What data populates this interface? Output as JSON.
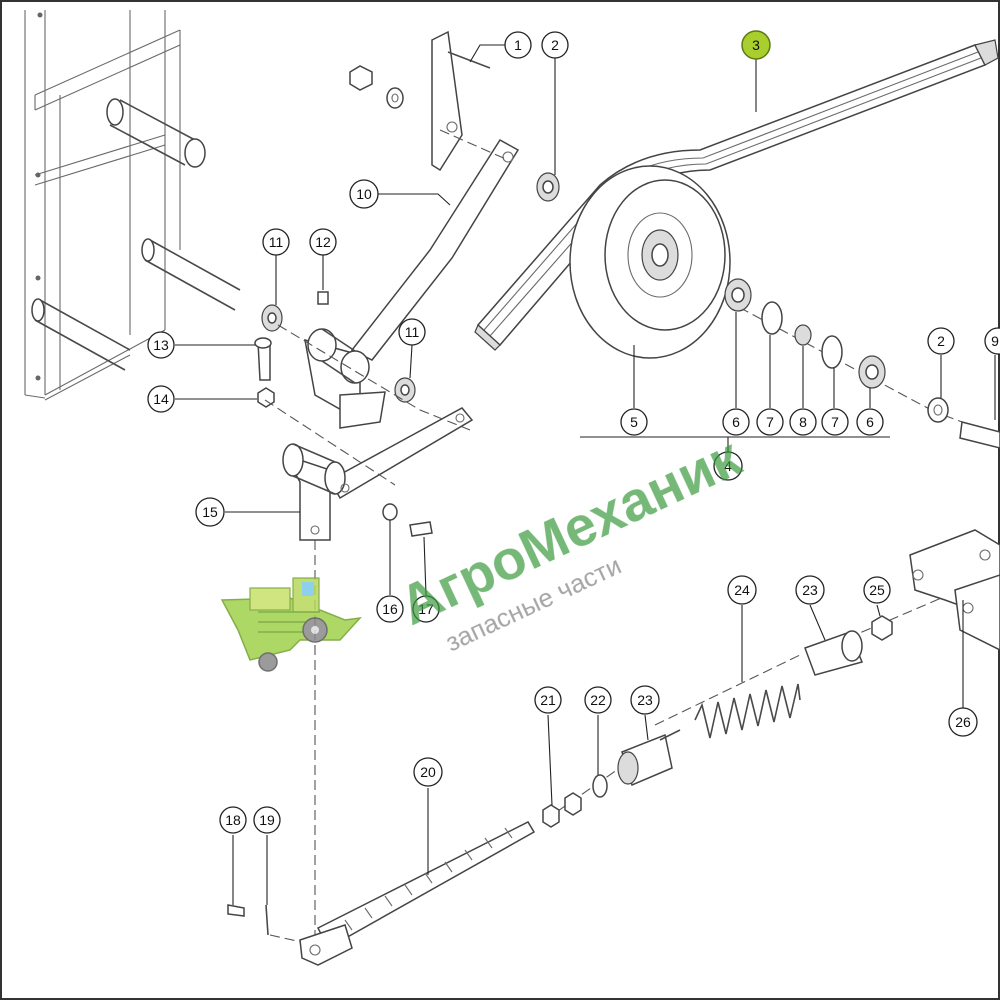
{
  "diagram": {
    "callouts": [
      {
        "id": "c1",
        "label": "1"
      },
      {
        "id": "c2a",
        "label": "2"
      },
      {
        "id": "c3",
        "label": "3",
        "highlight": true
      },
      {
        "id": "c10",
        "label": "10"
      },
      {
        "id": "c11a",
        "label": "11"
      },
      {
        "id": "c12",
        "label": "12"
      },
      {
        "id": "c13",
        "label": "13"
      },
      {
        "id": "c14",
        "label": "14"
      },
      {
        "id": "c11b",
        "label": "11"
      },
      {
        "id": "c15",
        "label": "15"
      },
      {
        "id": "c16",
        "label": "16"
      },
      {
        "id": "c17",
        "label": "17"
      },
      {
        "id": "c5",
        "label": "5"
      },
      {
        "id": "c6a",
        "label": "6"
      },
      {
        "id": "c7a",
        "label": "7"
      },
      {
        "id": "c8",
        "label": "8"
      },
      {
        "id": "c7b",
        "label": "7"
      },
      {
        "id": "c6b",
        "label": "6"
      },
      {
        "id": "c4",
        "label": "4"
      },
      {
        "id": "c2b",
        "label": "2"
      },
      {
        "id": "c9",
        "label": "9"
      },
      {
        "id": "c24",
        "label": "24"
      },
      {
        "id": "c23a",
        "label": "23"
      },
      {
        "id": "c25",
        "label": "25"
      },
      {
        "id": "c26",
        "label": "26"
      },
      {
        "id": "c21",
        "label": "21"
      },
      {
        "id": "c22",
        "label": "22"
      },
      {
        "id": "c23b",
        "label": "23"
      },
      {
        "id": "c20",
        "label": "20"
      },
      {
        "id": "c18",
        "label": "18"
      },
      {
        "id": "c19",
        "label": "19"
      }
    ],
    "highlight_color": "#a8cf2e",
    "line_color": "#4a4a4a"
  },
  "watermark": {
    "brand": "АгроМеханик",
    "tagline": "запасные части",
    "color": "#3a9a3c",
    "logo_icon": "combine-harvester-icon"
  }
}
